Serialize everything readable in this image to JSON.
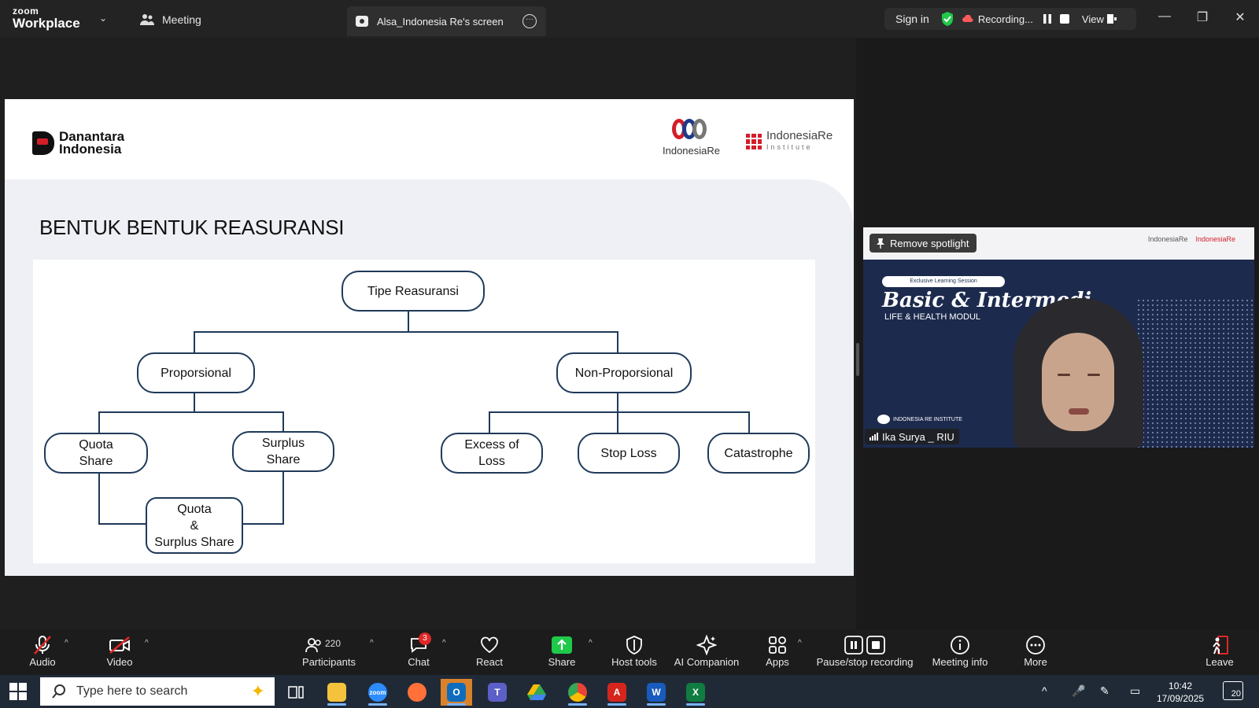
{
  "titlebar": {
    "brand_small": "zoom",
    "brand_big": "Workplace",
    "meeting_tab": "Meeting",
    "screen_tab": "Alsa_Indonesia Re's screen",
    "sign_in": "Sign in",
    "recording": "Recording...",
    "view": "View"
  },
  "slide": {
    "brand_left": "Danantara Indonesia",
    "brand_left_line1": "Danantara",
    "brand_left_line2": "Indonesia",
    "brand_center": "IndonesiaRe",
    "brand_right": "IndonesiaRe",
    "brand_right_sub": "Institute",
    "title": "BENTUK BENTUK REASURANSI",
    "diagram": {
      "root": "Tipe Reasuransi",
      "left": "Proporsional",
      "right": "Non-Proporsional",
      "quota": "Quota\nShare",
      "surplus": "Surplus\nShare",
      "combo": "Quota\n&\nSurplus Share",
      "excess": "Excess of\nLoss",
      "stoploss": "Stop Loss",
      "catastrophe": "Catastrophe"
    }
  },
  "video": {
    "spotlight": "Remove spotlight",
    "logo1": "IndonesiaRe",
    "logo2": "IndonesiaRe",
    "pill": "Exclusive Learning Session",
    "title": "Basic & Intermedi",
    "subtitle": "LIFE & HEALTH MODUL",
    "institute": "INDONESIA RE INSTITUTE",
    "participant": "Ika Surya _ RIU"
  },
  "toolbar": {
    "audio": "Audio",
    "video": "Video",
    "participants": "Participants",
    "participants_count": "220",
    "chat": "Chat",
    "chat_badge": "3",
    "react": "React",
    "share": "Share",
    "host_tools": "Host tools",
    "ai_companion": "AI Companion",
    "apps": "Apps",
    "pause_stop": "Pause/stop recording",
    "meeting_info": "Meeting info",
    "more": "More",
    "leave": "Leave"
  },
  "taskbar": {
    "search_placeholder": "Type here to search",
    "time": "10:42",
    "date": "17/09/2025",
    "notifications": "20"
  },
  "colors": {
    "share_green": "#1fc94a",
    "leave_red": "#e02828",
    "node_border": "#1f3a5a",
    "brand_red": "#d31e2a"
  }
}
